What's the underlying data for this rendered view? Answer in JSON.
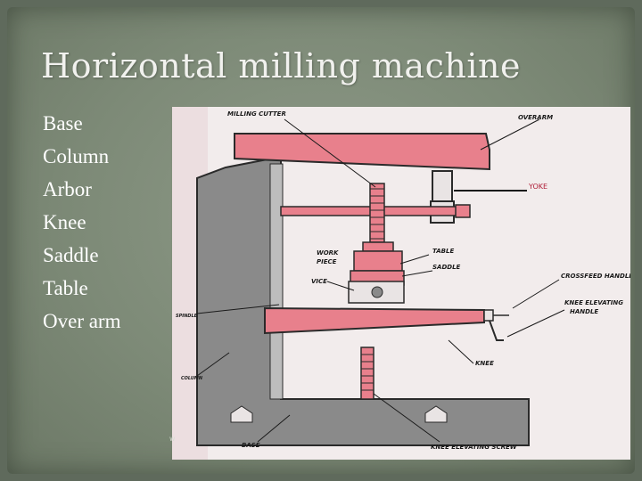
{
  "slide": {
    "title": "Horizontal milling machine",
    "bullet_glyph": "",
    "bullets": [
      "Base",
      "Column",
      "Arbor",
      "Knee",
      "Saddle",
      "Table",
      "Over arm"
    ],
    "footer": "w"
  },
  "diagram": {
    "labels": {
      "milling_cutter": "MILLING CUTTER",
      "overarm": "OVERARM",
      "yoke": "YOKE",
      "work_piece_1": "WORK",
      "work_piece_2": "PIECE",
      "table": "TABLE",
      "saddle": "SADDLE",
      "vice": "VICE",
      "crossfeed_handle": "CROSSFEED HANDLE",
      "knee_elevating_handle_1": "KNEE ELEVATING",
      "knee_elevating_handle_2": "HANDLE",
      "spindle": "SPINDLE",
      "column": "COLUMN",
      "knee": "KNEE",
      "base": "BASE",
      "knee_elevating_screw": "KNEE ELEVATING SCREW"
    },
    "colors": {
      "machine_red": "#e8808c",
      "machine_gray": "#8a8a8a",
      "outline": "#2a2a2a",
      "label_red": "#b0203a",
      "paper": "#f2ecec"
    }
  }
}
